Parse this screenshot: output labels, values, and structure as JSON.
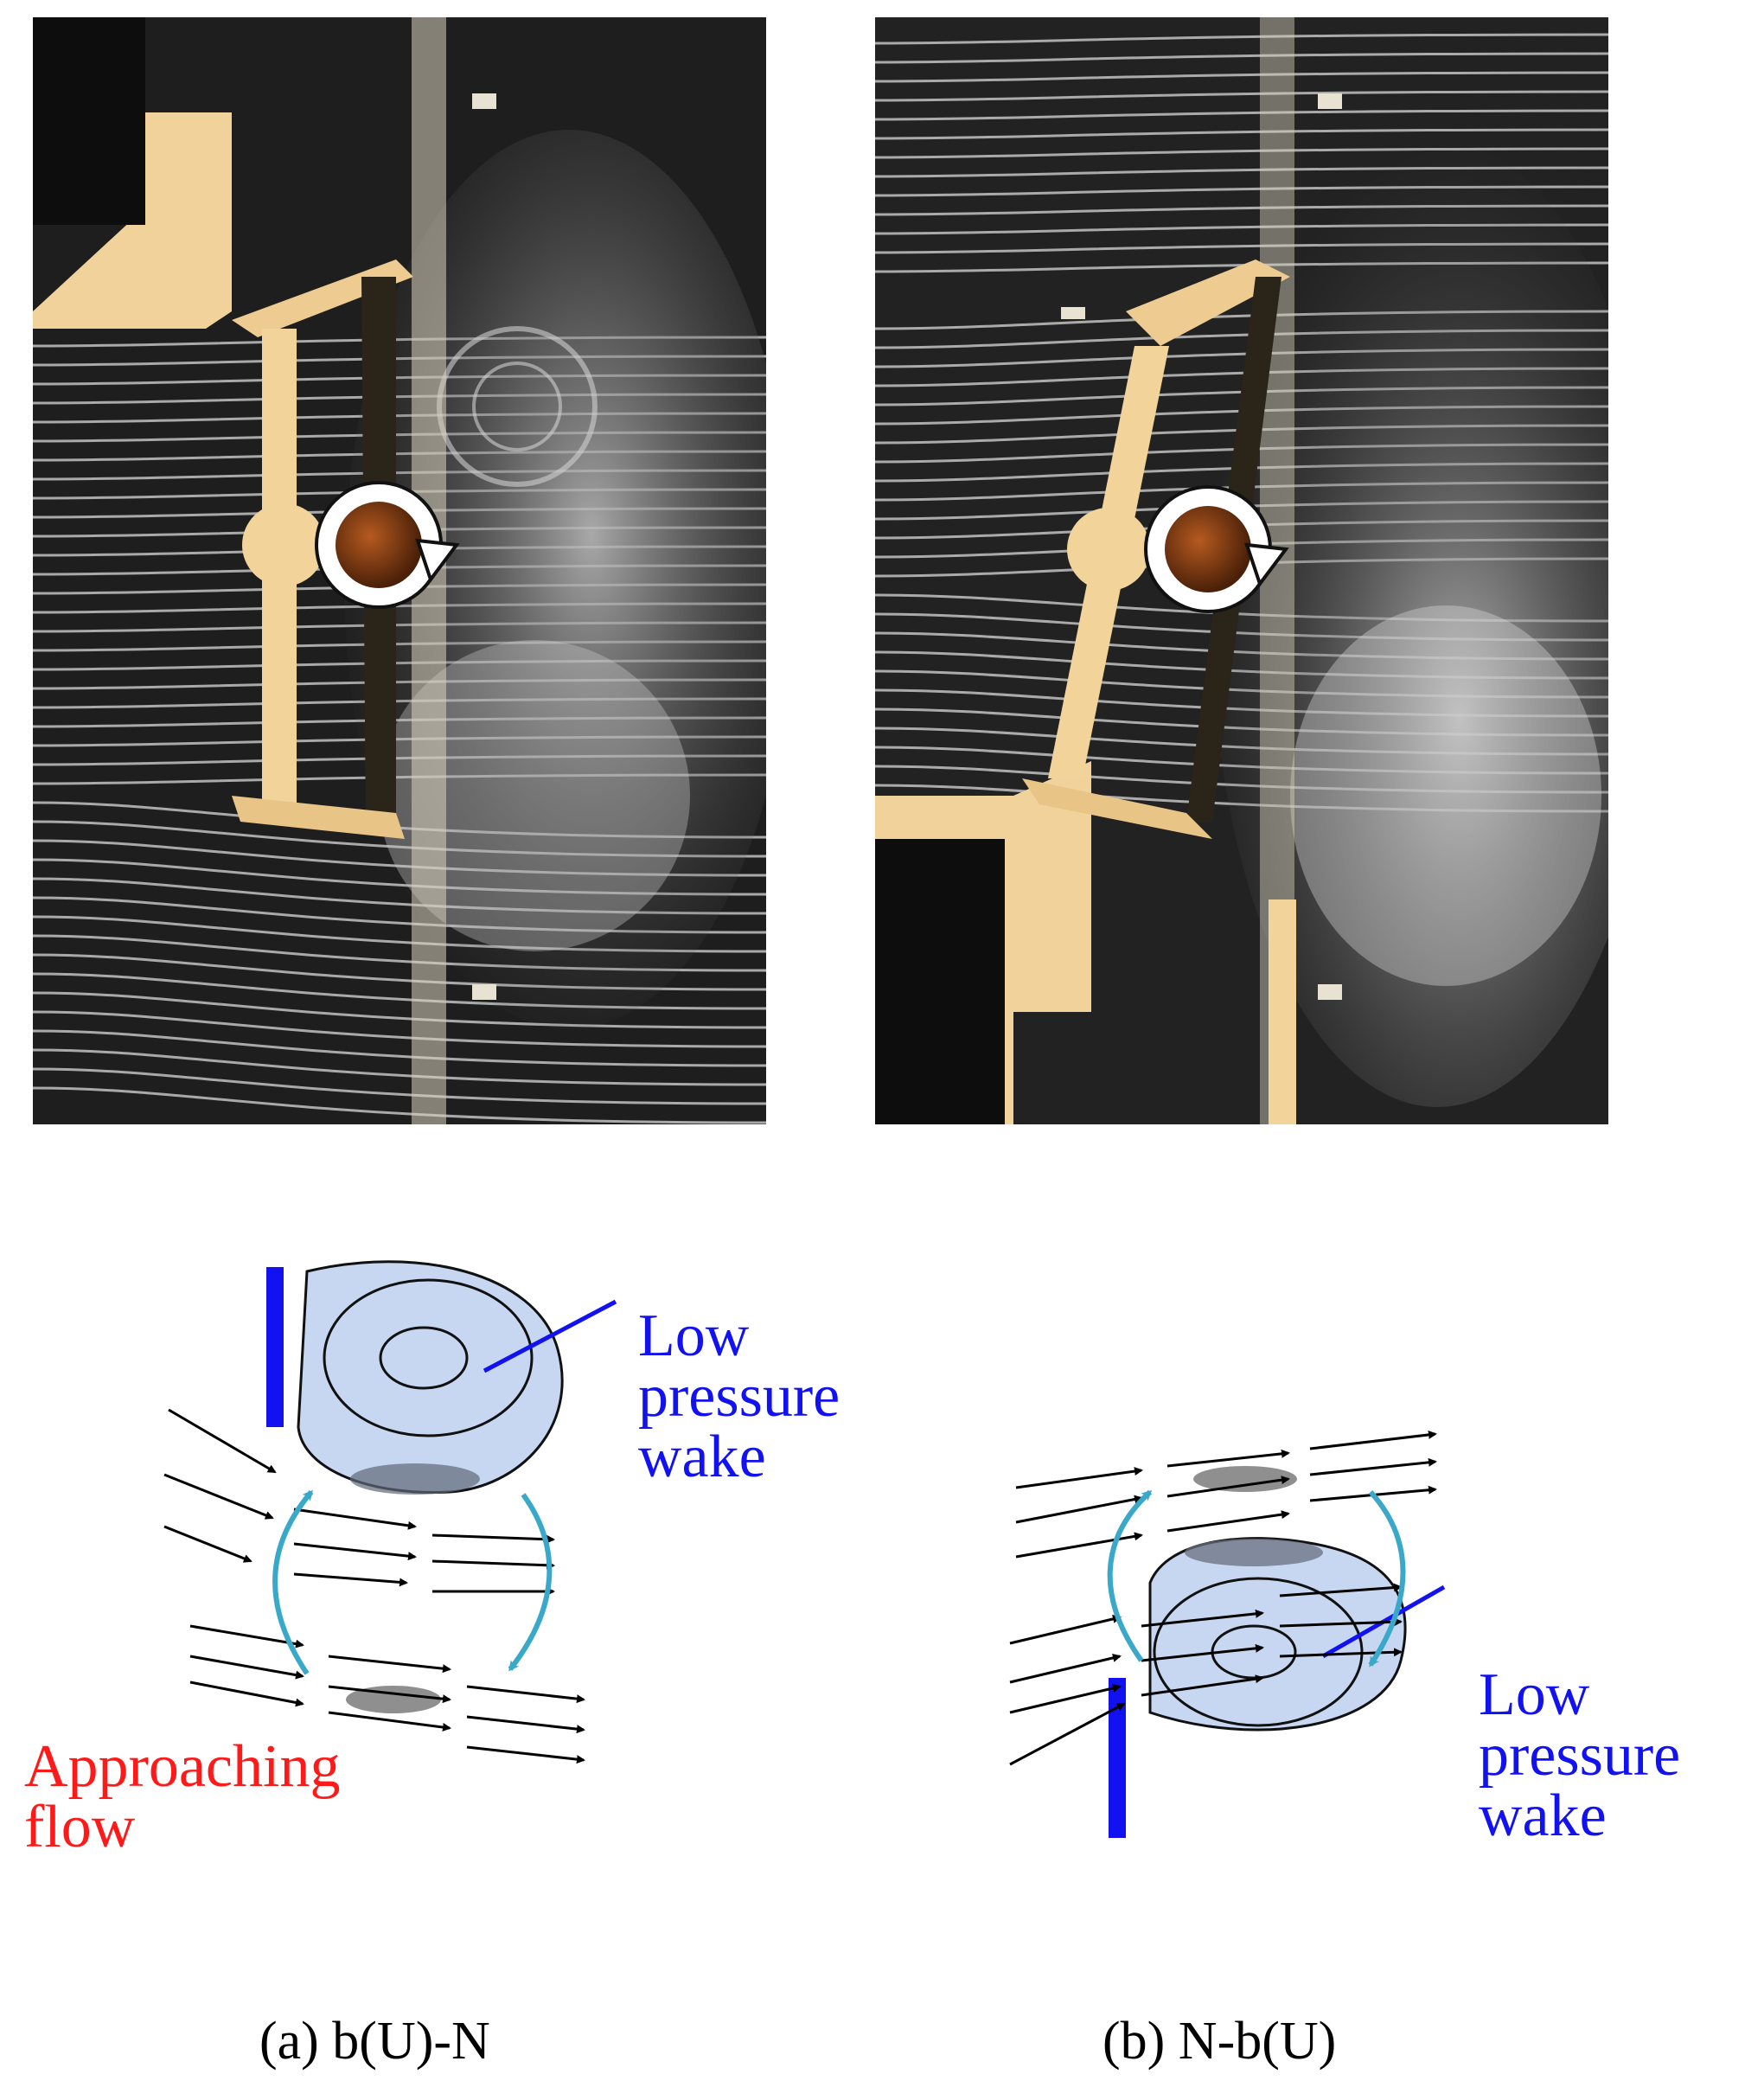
{
  "colors": {
    "pressure_label": "#1212f0",
    "approaching_label": "#ff1a1a",
    "recirculation_arrow": "#3aa8c8",
    "wake_fill": "#c7d7f2",
    "wall_bar": "#1212f0",
    "smoke_background": "#1b1b1b",
    "model_wood": "#f2d39a"
  },
  "icons": {
    "rotation": "clockwise-rotation-icon"
  },
  "panel_a": {
    "wake_label": "Low\npressure\nwake",
    "approaching_label": "Approaching\nflow",
    "caption": "(a) b(U)-N"
  },
  "panel_b": {
    "wake_label": "Low\npressure\nwake",
    "caption": "(b) N-b(U)"
  }
}
